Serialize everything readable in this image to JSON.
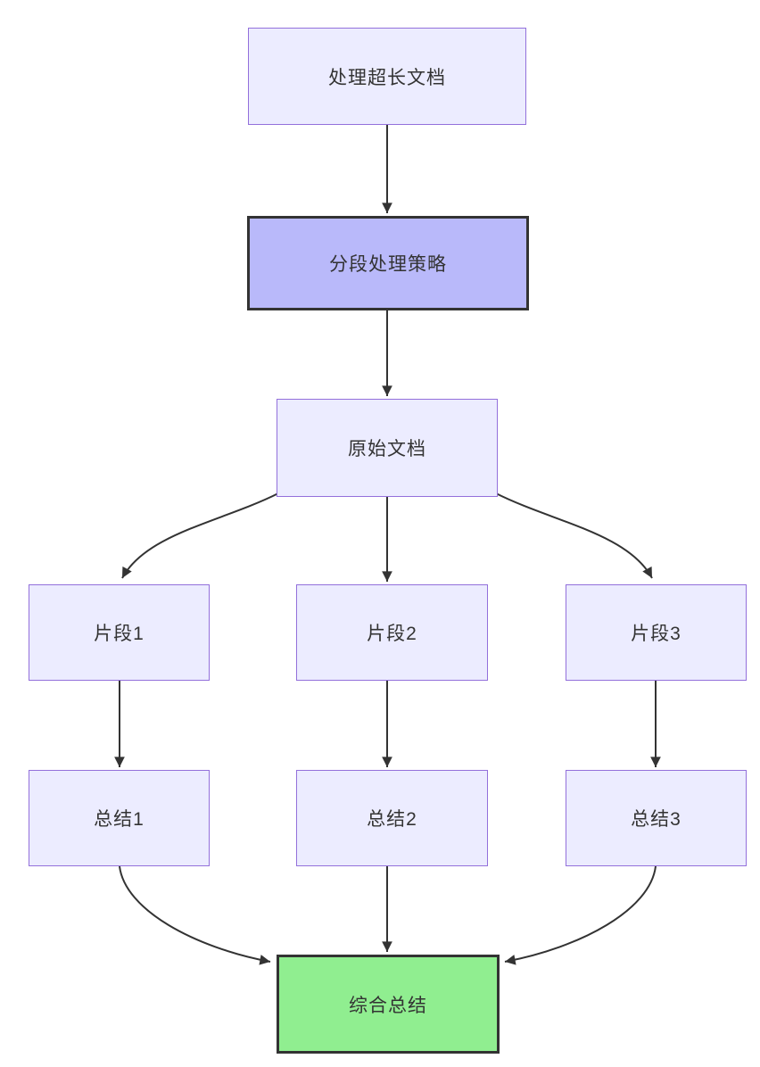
{
  "diagram": {
    "type": "flowchart",
    "direction": "top-down",
    "nodes": [
      {
        "id": "A",
        "label": "处理超长文档",
        "style": "default"
      },
      {
        "id": "B",
        "label": "分段处理策略",
        "style": "emphasis"
      },
      {
        "id": "C",
        "label": "原始文档",
        "style": "default"
      },
      {
        "id": "D1",
        "label": "片段1",
        "style": "default"
      },
      {
        "id": "D2",
        "label": "片段2",
        "style": "default"
      },
      {
        "id": "D3",
        "label": "片段3",
        "style": "default"
      },
      {
        "id": "E1",
        "label": "总结1",
        "style": "default"
      },
      {
        "id": "E2",
        "label": "总结2",
        "style": "default"
      },
      {
        "id": "E3",
        "label": "总结3",
        "style": "default"
      },
      {
        "id": "F",
        "label": "综合总结",
        "style": "success"
      }
    ],
    "edges": [
      {
        "from": "处理超长文档",
        "to": "分段处理策略"
      },
      {
        "from": "分段处理策略",
        "to": "原始文档"
      },
      {
        "from": "原始文档",
        "to": "片段1"
      },
      {
        "from": "原始文档",
        "to": "片段2"
      },
      {
        "from": "原始文档",
        "to": "片段3"
      },
      {
        "from": "片段1",
        "to": "总结1"
      },
      {
        "from": "片段2",
        "to": "总结2"
      },
      {
        "from": "片段3",
        "to": "总结3"
      },
      {
        "from": "总结1",
        "to": "综合总结"
      },
      {
        "from": "总结2",
        "to": "综合总结"
      },
      {
        "from": "总结3",
        "to": "综合总结"
      }
    ],
    "colors": {
      "background": "#ffffff",
      "node_fill": "#ECECFF",
      "node_border": "#9370DB",
      "emphasis_fill": "#b9b9fa",
      "emphasis_border": "#333333",
      "success_fill": "#90EE90",
      "success_border": "#333333",
      "edge_color": "#333333",
      "text_color": "#333333"
    }
  }
}
